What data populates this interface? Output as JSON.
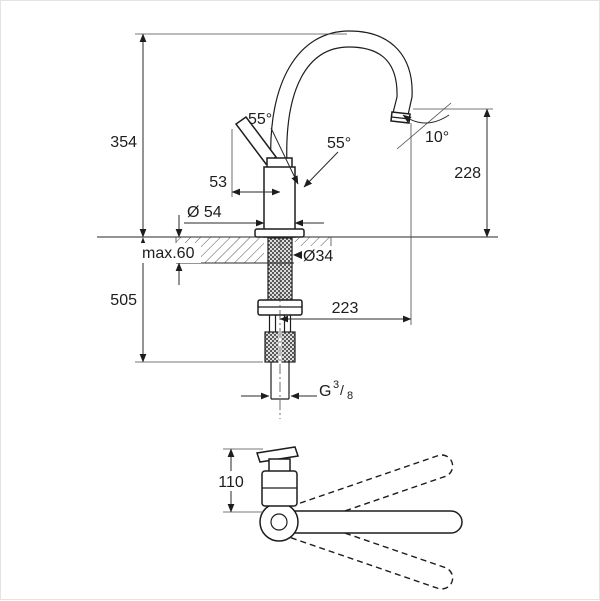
{
  "drawing": {
    "dims": {
      "spout_height": "354",
      "hose_length": "505",
      "max_counter_thickness": "max.60",
      "lever_projection": "53",
      "body_diameter": "Ø 54",
      "lever_angle_left": "55°",
      "lever_angle_right": "55°",
      "outlet_angle": "10°",
      "outlet_height": "228",
      "hole_diameter": "Ø34",
      "spout_reach": "223",
      "handle_height": "110"
    },
    "thread": {
      "prefix": "G",
      "numerator": "3",
      "slash": "/",
      "denominator": "8"
    }
  }
}
